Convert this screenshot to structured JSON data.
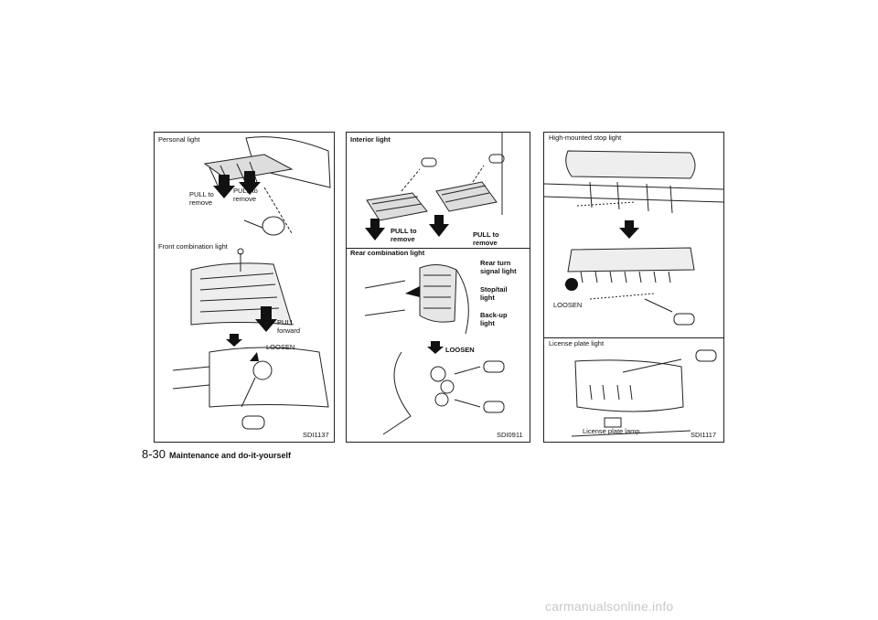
{
  "panels": {
    "left": {
      "personal_title": "Personal light",
      "pull1": "PULL to\nremove",
      "pull2": "PULL to\nremove",
      "front_title": "Front combination light",
      "pull_forward": "PULL\nforward",
      "loosen": "LOOSEN",
      "code": "SDI1137"
    },
    "middle": {
      "interior_title": "Interior light",
      "pull1": "PULL to\nremove",
      "pull2": "PULL to\nremove",
      "rear_title": "Rear combination light",
      "rear_turn": "Rear turn\nsignal light",
      "stop_tail": "Stop/tail\nlight",
      "back_up": "Back-up\nlight",
      "loosen": "LOOSEN",
      "code": "SDI0911"
    },
    "right": {
      "hms_title": "High-mounted stop light",
      "loosen": "LOOSEN",
      "license_title": "License plate light",
      "license_lamp": "License plate lamp",
      "code": "SDI1117"
    }
  },
  "footer": {
    "page": "8-30",
    "section": "Maintenance and do-it-yourself"
  },
  "watermark": "carmanualsonline.info"
}
